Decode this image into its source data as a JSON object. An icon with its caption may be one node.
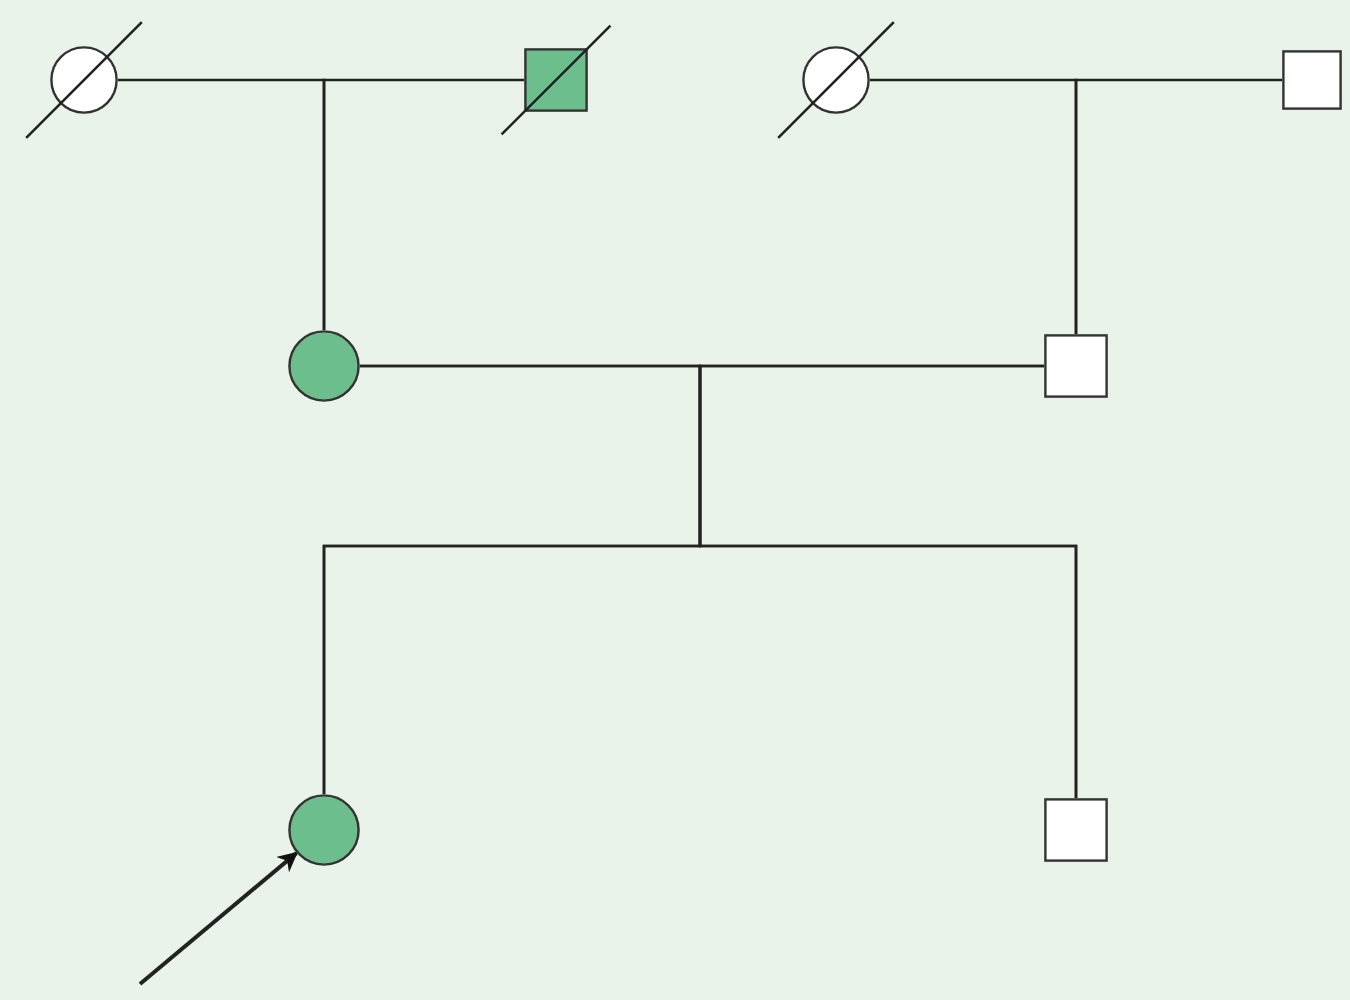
{
  "diagram": {
    "nodes": [
      {
        "text": [],
        "shape": "circle"
      },
      {
        "text": [],
        "shape": "box"
      },
      {
        "text": [],
        "shape": "circle"
      },
      {
        "text": [],
        "shape": "box"
      },
      {
        "text": [],
        "shape": "circle"
      },
      {
        "text": [],
        "shape": "box"
      },
      {
        "text": [],
        "shape": "circle"
      },
      {
        "text": [],
        "shape": "box"
      }
    ],
    "edges": [
      {
        "from": 0,
        "to": 4,
        "arrow": "none"
      },
      {
        "from": 1,
        "to": 4,
        "arrow": "none"
      },
      {
        "from": 2,
        "to": 5,
        "arrow": "none"
      },
      {
        "from": 3,
        "to": 5,
        "arrow": "none"
      },
      {
        "from": 4,
        "to": 6,
        "arrow": "none"
      },
      {
        "from": 4,
        "to": 7,
        "arrow": "none"
      },
      {
        "from": 5,
        "to": 6,
        "arrow": "none"
      },
      {
        "from": 5,
        "to": 7,
        "arrow": "none"
      },
      {
        "from": null,
        "to": 6,
        "arrow": "to"
      }
    ]
  }
}
